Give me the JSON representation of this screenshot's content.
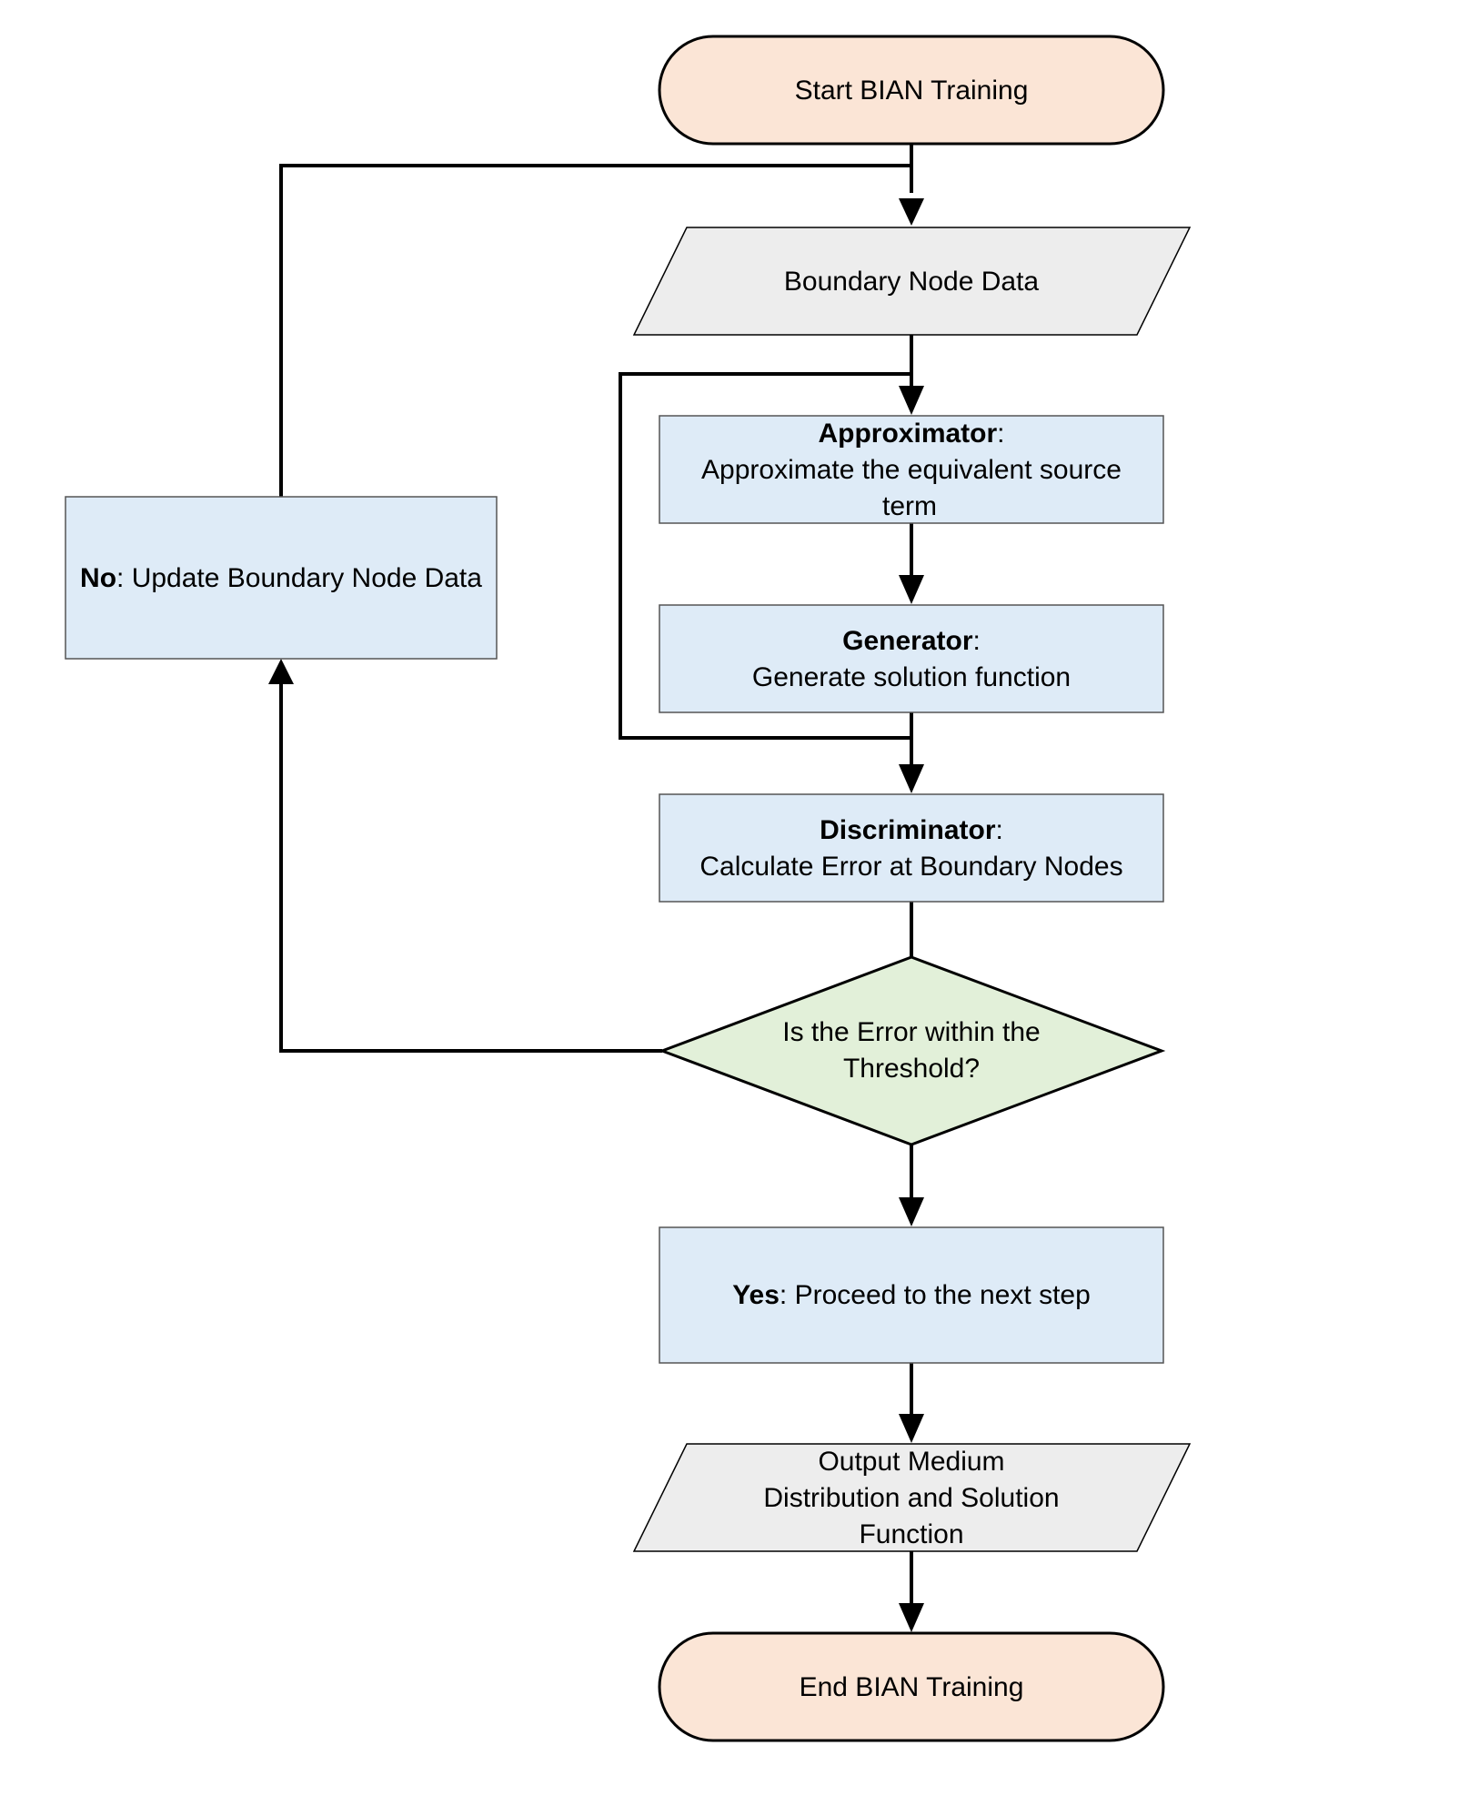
{
  "colors": {
    "terminal_fill": "#fbe5d6",
    "process_fill": "#deebf7",
    "data_fill": "#ededed",
    "decision_fill": "#e2f0d9",
    "stroke": "#000000"
  },
  "nodes": {
    "start": {
      "label": "Start BIAN Training"
    },
    "boundary_data": {
      "label": "Boundary Node Data"
    },
    "approximator": {
      "title": "Approximator",
      "sep": ":",
      "line1": "Approximate the equivalent source",
      "line2": "term"
    },
    "generator": {
      "title": "Generator",
      "sep": ":",
      "line1": "Generate solution function"
    },
    "discriminator": {
      "title": "Discriminator",
      "sep": ":",
      "line1": "Calculate Error at Boundary Nodes"
    },
    "decision": {
      "line1": "Is the Error within the",
      "line2": "Threshold?"
    },
    "no_update": {
      "bold": "No",
      "rest": ": Update Boundary Node Data"
    },
    "yes_proceed": {
      "bold": "Yes",
      "rest": ": Proceed to the next step"
    },
    "output": {
      "line1": "Output Medium",
      "line2": "Distribution and Solution",
      "line3": "Function"
    },
    "end": {
      "label": "End BIAN Training"
    }
  }
}
